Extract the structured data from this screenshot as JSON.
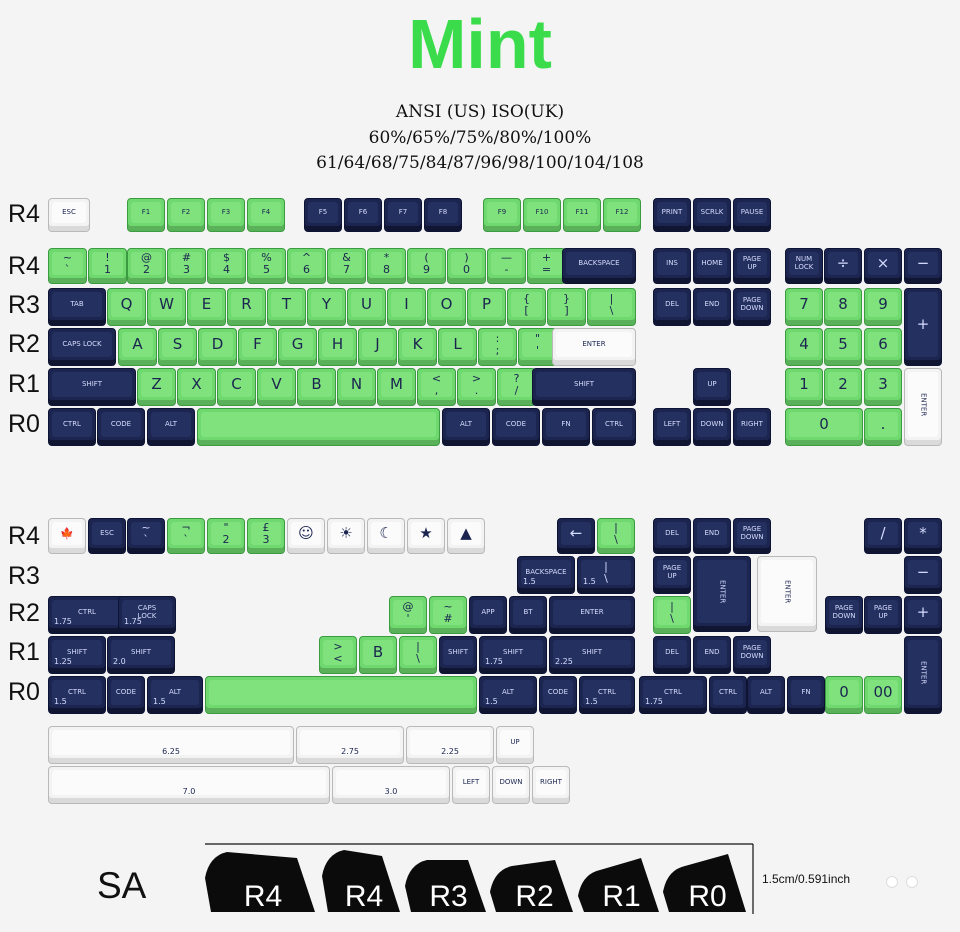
{
  "title": "Mint",
  "subtitle_lines": [
    "ANSI (US) ISO(UK)",
    "60%/65%/75%/80%/100%",
    "61/64/68/75/84/87/96/98/100/104/108"
  ],
  "row_labels_top": [
    "R4",
    "R4",
    "R3",
    "R2",
    "R1",
    "R0"
  ],
  "row_labels_bottom": [
    "R4",
    "R3",
    "R2",
    "R1",
    "R0"
  ],
  "colors": {
    "navy": "#1b2550",
    "green": "#6fd86e",
    "white": "#f3f3f3",
    "title_green": "#3bdc4c"
  },
  "keys": [
    {
      "t": "ESC",
      "c": "w"
    },
    {
      "t": "F1",
      "c": "g"
    },
    {
      "t": "F2",
      "c": "g"
    },
    {
      "t": "F3",
      "c": "g"
    },
    {
      "t": "F4",
      "c": "g"
    },
    {
      "t": "F5",
      "c": "n"
    },
    {
      "t": "F6",
      "c": "n"
    },
    {
      "t": "F7",
      "c": "n"
    },
    {
      "t": "F8",
      "c": "n"
    },
    {
      "t": "F9",
      "c": "g"
    },
    {
      "t": "F10",
      "c": "g"
    },
    {
      "t": "F11",
      "c": "g"
    },
    {
      "t": "F12",
      "c": "g"
    },
    {
      "t": "PRINT",
      "c": "n"
    },
    {
      "t": "SCRLK",
      "c": "n"
    },
    {
      "t": "PAUSE",
      "c": "n"
    },
    {
      "t": "~\n`",
      "c": "g"
    },
    {
      "t": "!\n1",
      "c": "g"
    },
    {
      "t": "@\n2",
      "c": "g"
    },
    {
      "t": "#\n3",
      "c": "g"
    },
    {
      "t": "$\n4",
      "c": "g"
    },
    {
      "t": "%\n5",
      "c": "g"
    },
    {
      "t": "^\n6",
      "c": "g"
    },
    {
      "t": "&\n7",
      "c": "g"
    },
    {
      "t": "*\n8",
      "c": "g"
    },
    {
      "t": "(\n9",
      "c": "g"
    },
    {
      "t": ")\n0",
      "c": "g"
    },
    {
      "t": "—\n-",
      "c": "g"
    },
    {
      "t": "+\n=",
      "c": "g"
    },
    {
      "t": "BACKSPACE",
      "c": "n"
    },
    {
      "t": "INS",
      "c": "n"
    },
    {
      "t": "HOME",
      "c": "n"
    },
    {
      "t": "PAGE\nUP",
      "c": "n"
    },
    {
      "t": "NUM\nLOCK",
      "c": "n"
    },
    {
      "t": "÷",
      "c": "n"
    },
    {
      "t": "×",
      "c": "n"
    },
    {
      "t": "−",
      "c": "n"
    },
    {
      "t": "TAB",
      "c": "n"
    },
    {
      "t": "Q",
      "c": "g"
    },
    {
      "t": "W",
      "c": "g"
    },
    {
      "t": "E",
      "c": "g"
    },
    {
      "t": "R",
      "c": "g"
    },
    {
      "t": "T",
      "c": "g"
    },
    {
      "t": "Y",
      "c": "g"
    },
    {
      "t": "U",
      "c": "g"
    },
    {
      "t": "I",
      "c": "g"
    },
    {
      "t": "O",
      "c": "g"
    },
    {
      "t": "P",
      "c": "g"
    },
    {
      "t": "{\n[",
      "c": "g"
    },
    {
      "t": "}\n]",
      "c": "g"
    },
    {
      "t": "|\n\\",
      "c": "g"
    },
    {
      "t": "DEL",
      "c": "n"
    },
    {
      "t": "END",
      "c": "n"
    },
    {
      "t": "PAGE\nDOWN",
      "c": "n"
    },
    {
      "t": "7",
      "c": "g"
    },
    {
      "t": "8",
      "c": "g"
    },
    {
      "t": "9",
      "c": "g"
    },
    {
      "t": "+",
      "c": "n"
    },
    {
      "t": "CAPS LOCK",
      "c": "n"
    },
    {
      "t": "A",
      "c": "g"
    },
    {
      "t": "S",
      "c": "g"
    },
    {
      "t": "D",
      "c": "g"
    },
    {
      "t": "F",
      "c": "g"
    },
    {
      "t": "G",
      "c": "g"
    },
    {
      "t": "H",
      "c": "g"
    },
    {
      "t": "J",
      "c": "g"
    },
    {
      "t": "K",
      "c": "g"
    },
    {
      "t": "L",
      "c": "g"
    },
    {
      "t": ":\n;",
      "c": "g"
    },
    {
      "t": "\"\n'",
      "c": "g"
    },
    {
      "t": "ENTER",
      "c": "w"
    },
    {
      "t": "4",
      "c": "g"
    },
    {
      "t": "5",
      "c": "g"
    },
    {
      "t": "6",
      "c": "g"
    },
    {
      "t": "SHIFT",
      "c": "n"
    },
    {
      "t": "Z",
      "c": "g"
    },
    {
      "t": "X",
      "c": "g"
    },
    {
      "t": "C",
      "c": "g"
    },
    {
      "t": "V",
      "c": "g"
    },
    {
      "t": "B",
      "c": "g"
    },
    {
      "t": "N",
      "c": "g"
    },
    {
      "t": "M",
      "c": "g"
    },
    {
      "t": "<\n,",
      "c": "g"
    },
    {
      "t": ">\n.",
      "c": "g"
    },
    {
      "t": "?\n/",
      "c": "g"
    },
    {
      "t": "SHIFT",
      "c": "n"
    },
    {
      "t": "UP",
      "c": "n"
    },
    {
      "t": "1",
      "c": "g"
    },
    {
      "t": "2",
      "c": "g"
    },
    {
      "t": "3",
      "c": "g"
    },
    {
      "t": "ENTER",
      "c": "w"
    },
    {
      "t": "CTRL",
      "c": "n"
    },
    {
      "t": "CODE",
      "c": "n"
    },
    {
      "t": "ALT",
      "c": "n"
    },
    {
      "t": "",
      "c": "g"
    },
    {
      "t": "ALT",
      "c": "n"
    },
    {
      "t": "CODE",
      "c": "n"
    },
    {
      "t": "FN",
      "c": "n"
    },
    {
      "t": "CTRL",
      "c": "n"
    },
    {
      "t": "LEFT",
      "c": "n"
    },
    {
      "t": "DOWN",
      "c": "n"
    },
    {
      "t": "RIGHT",
      "c": "n"
    },
    {
      "t": "0",
      "c": "g"
    },
    {
      "t": ".",
      "c": "g"
    },
    {
      "t": "🍁",
      "c": "w"
    },
    {
      "t": "ESC",
      "c": "n"
    },
    {
      "t": "~\n`",
      "c": "n"
    },
    {
      "t": "¬\n`",
      "c": "g"
    },
    {
      "t": "\"\n2",
      "c": "g"
    },
    {
      "t": "£\n3",
      "c": "g"
    },
    {
      "t": "☺",
      "c": "w"
    },
    {
      "t": "☀",
      "c": "w"
    },
    {
      "t": "☾",
      "c": "w"
    },
    {
      "t": "★",
      "c": "w"
    },
    {
      "t": "▲",
      "c": "w"
    },
    {
      "t": "←",
      "c": "n"
    },
    {
      "t": "|\n\\",
      "c": "g"
    },
    {
      "t": "DEL",
      "c": "n"
    },
    {
      "t": "END",
      "c": "n"
    },
    {
      "t": "PAGE\nDOWN",
      "c": "n"
    },
    {
      "t": "/",
      "c": "n"
    },
    {
      "t": "*",
      "c": "n"
    },
    {
      "t": "BACKSPACE",
      "c": "n",
      "s": "1.5"
    },
    {
      "t": "|\n\\",
      "c": "n",
      "s": "1.5"
    },
    {
      "t": "PAGE\nUP",
      "c": "n"
    },
    {
      "t": "ENTER",
      "c": "n"
    },
    {
      "t": "ENTER",
      "c": "w"
    },
    {
      "t": "−",
      "c": "n"
    },
    {
      "t": "CTRL",
      "c": "n",
      "s": "1.75"
    },
    {
      "t": "CAPS\nLOCK",
      "c": "n",
      "s": "1.75"
    },
    {
      "t": "@\n'",
      "c": "g"
    },
    {
      "t": "~\n#",
      "c": "g"
    },
    {
      "t": "APP",
      "c": "n"
    },
    {
      "t": "BT",
      "c": "n"
    },
    {
      "t": "ENTER",
      "c": "n"
    },
    {
      "t": "|\n\\",
      "c": "g"
    },
    {
      "t": "PAGE\nDOWN",
      "c": "n"
    },
    {
      "t": "PAGE\nUP",
      "c": "n"
    },
    {
      "t": "+",
      "c": "n"
    },
    {
      "t": "SHIFT",
      "c": "n",
      "s": "1.25"
    },
    {
      "t": "SHIFT",
      "c": "n",
      "s": "2.0"
    },
    {
      "t": ">\n<",
      "c": "g"
    },
    {
      "t": "B",
      "c": "g"
    },
    {
      "t": "|\n\\",
      "c": "g"
    },
    {
      "t": "SHIFT",
      "c": "n"
    },
    {
      "t": "SHIFT",
      "c": "n",
      "s": "1.75"
    },
    {
      "t": "SHIFT",
      "c": "n",
      "s": "2.25"
    },
    {
      "t": "DEL",
      "c": "n"
    },
    {
      "t": "END",
      "c": "n"
    },
    {
      "t": "PAGE\nDOWN",
      "c": "n"
    },
    {
      "t": "ENTER",
      "c": "n"
    },
    {
      "t": "CTRL",
      "c": "n",
      "s": "1.5"
    },
    {
      "t": "CODE",
      "c": "n"
    },
    {
      "t": "ALT",
      "c": "n",
      "s": "1.5"
    },
    {
      "t": "",
      "c": "g"
    },
    {
      "t": "ALT",
      "c": "n",
      "s": "1.5"
    },
    {
      "t": "CODE",
      "c": "n"
    },
    {
      "t": "CTRL",
      "c": "n",
      "s": "1.5"
    },
    {
      "t": "CTRL",
      "c": "n",
      "s": "1.75"
    },
    {
      "t": "CTRL",
      "c": "n"
    },
    {
      "t": "ALT",
      "c": "n"
    },
    {
      "t": "FN",
      "c": "n"
    },
    {
      "t": "0",
      "c": "g"
    },
    {
      "t": "00",
      "c": "g"
    },
    {
      "t": "",
      "c": "w",
      "s": "6.25"
    },
    {
      "t": "",
      "c": "w",
      "s": "2.75"
    },
    {
      "t": "",
      "c": "w",
      "s": "2.25"
    },
    {
      "t": "UP",
      "c": "w"
    },
    {
      "t": "",
      "c": "w",
      "s": "7.0"
    },
    {
      "t": "",
      "c": "w",
      "s": "3.0"
    },
    {
      "t": "LEFT",
      "c": "w"
    },
    {
      "t": "DOWN",
      "c": "w"
    },
    {
      "t": "RIGHT",
      "c": "w"
    }
  ],
  "profile": {
    "label": "SA",
    "rows": [
      "R4",
      "R4",
      "R3",
      "R2",
      "R1",
      "R0"
    ],
    "dimension": "1.5cm/0.591inch"
  }
}
